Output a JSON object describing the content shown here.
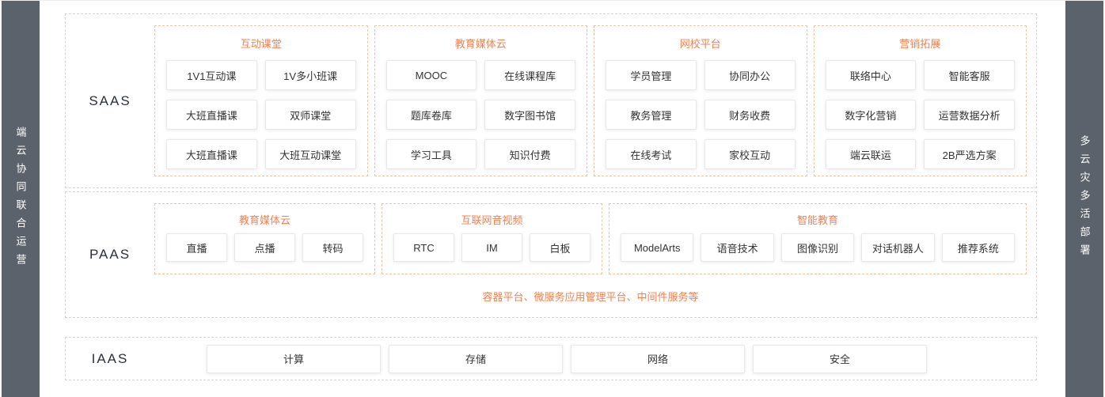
{
  "rails": {
    "left": "端云协同联合运营",
    "right": "多云灾多活部署"
  },
  "saas": {
    "label": "SAAS",
    "groups": [
      {
        "title": "互动课堂",
        "items": [
          "1V1互动课",
          "1V多小班课",
          "大班直播课",
          "双师课堂",
          "大班直播课",
          "大班互动课堂"
        ]
      },
      {
        "title": "教育媒体云",
        "items": [
          "MOOC",
          "在线课程库",
          "题库卷库",
          "数字图书馆",
          "学习工具",
          "知识付费"
        ]
      },
      {
        "title": "网校平台",
        "items": [
          "学员管理",
          "协同办公",
          "教务管理",
          "财务收费",
          "在线考试",
          "家校互动"
        ]
      },
      {
        "title": "营销拓展",
        "items": [
          "联络中心",
          "智能客服",
          "数字化营销",
          "运营数据分析",
          "端云联运",
          "2B严选方案"
        ]
      }
    ]
  },
  "paas": {
    "label": "PAAS",
    "groups": [
      {
        "title": "教育媒体云",
        "items": [
          "直播",
          "点播",
          "转码"
        ]
      },
      {
        "title": "互联网音视频",
        "items": [
          "RTC",
          "IM",
          "白板"
        ]
      },
      {
        "title": "智能教育",
        "items": [
          "ModelArts",
          "语音技术",
          "图像识别",
          "对话机器人",
          "推荐系统"
        ]
      }
    ],
    "footnote": "容器平台、微服务应用管理平台、中间件服务等"
  },
  "iaas": {
    "label": "IAAS",
    "items": [
      "计算",
      "存储",
      "网络",
      "安全"
    ]
  },
  "colors": {
    "accent": "#f87e4d",
    "rail_background": "#5c626c",
    "layer_border": "#d4d4d4",
    "group_border": "#efc2a0"
  }
}
